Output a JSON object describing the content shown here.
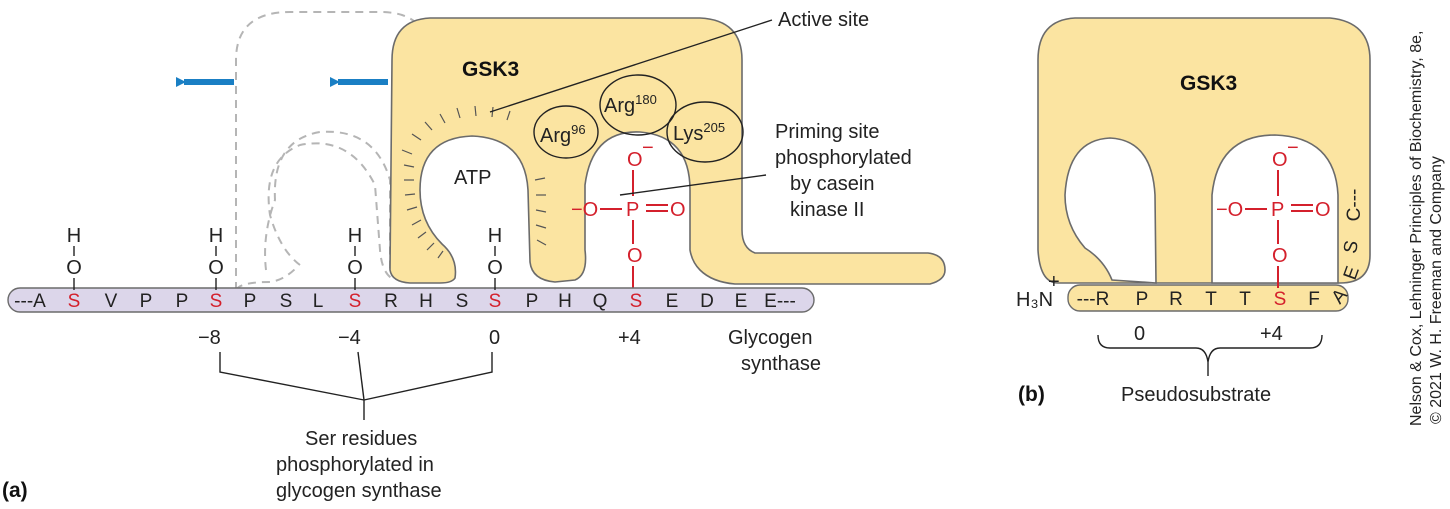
{
  "panel_a": {
    "label": "(a)",
    "enzyme": "GSK3",
    "active_site": "Active site",
    "atp": "ATP",
    "residues": {
      "arg96": "Arg",
      "arg96_sup": "96",
      "arg180": "Arg",
      "arg180_sup": "180",
      "lys205": "Lys",
      "lys205_sup": "205"
    },
    "priming_site": [
      "Priming site",
      "phosphorylated",
      "by casein",
      "kinase II"
    ],
    "sequence": [
      "---A",
      "S",
      "V",
      "P",
      "P",
      "S",
      "P",
      "S",
      "L",
      "S",
      "R",
      "H",
      "S",
      "S",
      "P",
      "H",
      "Q",
      "S",
      "E",
      "D",
      "E",
      "E---"
    ],
    "hydroxyl_h": "H",
    "hydroxyl_o": "O",
    "positions": [
      "−8",
      "−4",
      "0",
      "+4"
    ],
    "protein_name": [
      "Glycogen",
      "synthase"
    ],
    "ser_note": [
      "Ser residues",
      "phosphorylated in",
      "glycogen synthase"
    ],
    "phosphate": {
      "o_minus": "O",
      "minus": "−",
      "left": "−O",
      "p": "P",
      "eq_o": "O",
      "o_link": "O"
    }
  },
  "panel_b": {
    "label": "(b)",
    "enzyme": "GSK3",
    "n_term": "H₃N",
    "plus": "+",
    "sequence": [
      "---R",
      "P",
      "R",
      "T",
      "T",
      "S",
      "F",
      "A",
      "E",
      "S",
      "C---"
    ],
    "positions": [
      "0",
      "+4"
    ],
    "pseudosubstrate": "Pseudosubstrate"
  },
  "credit": [
    "Nelson & Cox, Lehninger Principles of Biochemistry, 8e,",
    "© 2021 W. H. Freeman and Company"
  ],
  "colors": {
    "enzyme_fill": "#fbe4a1",
    "substrate_fill": "#dcd6ea",
    "serine_red": "#d4202c",
    "arrow_blue": "#1a7fc4"
  }
}
